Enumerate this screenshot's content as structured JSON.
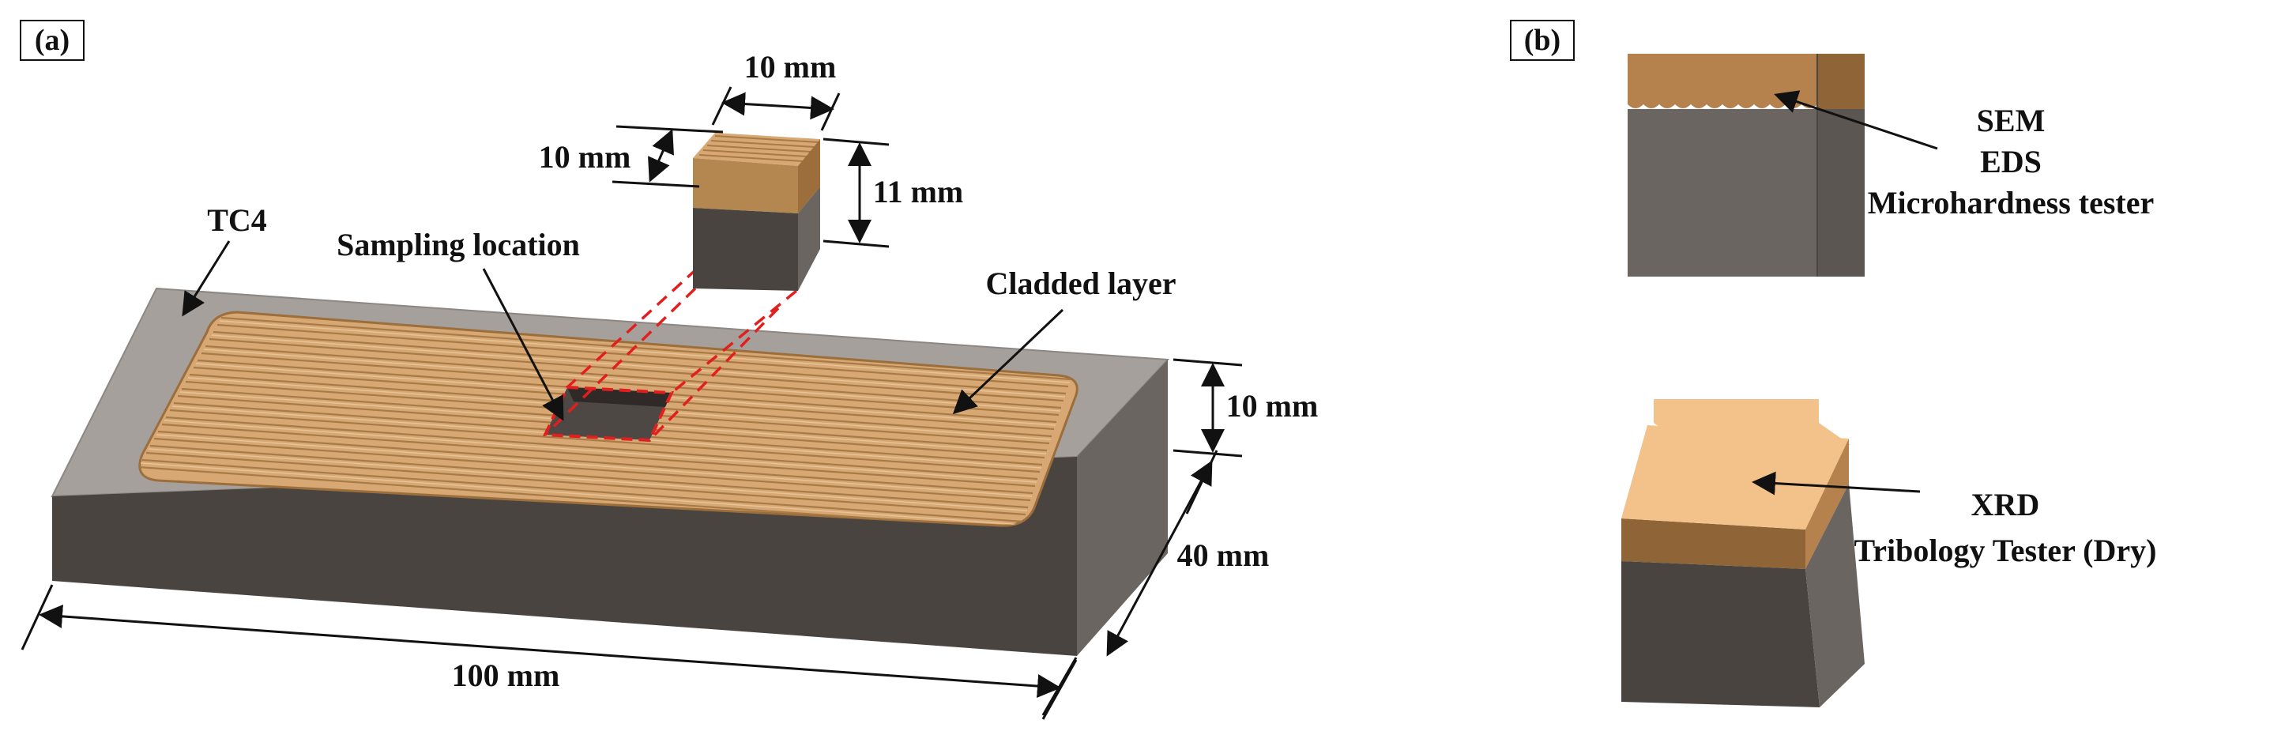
{
  "panel_a": {
    "label": "(a)",
    "dims": {
      "top_width": "10 mm",
      "top_depth": "10 mm",
      "sample_height": "11 mm",
      "plate_thickness": "10 mm",
      "plate_width": "40 mm",
      "plate_length": "100 mm"
    },
    "labels": {
      "substrate": "TC4",
      "sampling": "Sampling location",
      "cladded": "Cladded layer"
    }
  },
  "panel_b": {
    "label": "(b)",
    "cross_section_methods": [
      "SEM",
      "EDS",
      "Microhardness tester"
    ],
    "top_surface_methods": [
      "XRD",
      "Tribology Tester (Dry)"
    ]
  },
  "colors": {
    "substrate_top": "#a6a09c",
    "substrate_front": "#4a4441",
    "substrate_side": "#6b6561",
    "cladding": "#d7a874",
    "cladding_dark": "#9c6e3c",
    "sampling_outline": "#e21f1f"
  }
}
